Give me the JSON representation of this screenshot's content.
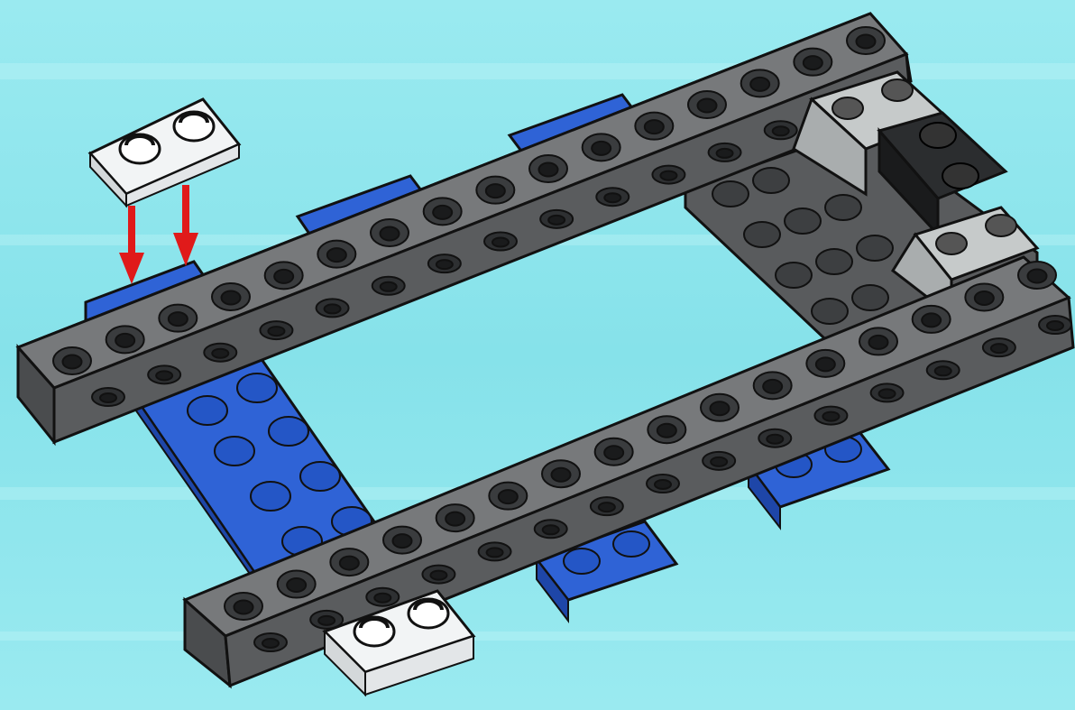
{
  "scene": {
    "background_color": "#8fe6ec",
    "colors": {
      "beam_dark_gray": "#5f6163",
      "plate_blue": "#2f63d6",
      "tile_white": "#f2f4f5",
      "brick_light_gray": "#b9bdbf",
      "brick_black": "#222426",
      "arrow_red": "#e01a1a",
      "outline": "#111111"
    },
    "parts": {
      "beams": [
        {
          "name": "left-beam",
          "color": "dark-gray",
          "studs": 16,
          "technic_holes": true
        },
        {
          "name": "right-beam",
          "color": "dark-gray",
          "studs": 16,
          "technic_holes": true
        }
      ],
      "plates": [
        {
          "name": "front-blue-plate",
          "color": "blue"
        },
        {
          "name": "blue-plate-under-left-beam-1",
          "color": "blue"
        },
        {
          "name": "blue-plate-under-left-beam-2",
          "color": "blue"
        },
        {
          "name": "blue-plate-under-right-beam-1",
          "color": "blue"
        },
        {
          "name": "blue-plate-under-right-beam-2",
          "color": "blue"
        },
        {
          "name": "rear-dark-gray-plate",
          "color": "dark-gray"
        }
      ],
      "bricks": [
        {
          "name": "light-gray-brick-1",
          "color": "light-gray"
        },
        {
          "name": "light-gray-brick-2",
          "color": "light-gray"
        },
        {
          "name": "black-brick",
          "color": "black"
        }
      ],
      "tiles": [
        {
          "name": "installed-white-plate",
          "color": "white",
          "studs": 2
        },
        {
          "name": "incoming-white-plate",
          "color": "white",
          "studs": 2
        }
      ]
    },
    "arrows": [
      {
        "name": "placement-arrow-1",
        "color": "red",
        "direction": "down"
      },
      {
        "name": "placement-arrow-2",
        "color": "red",
        "direction": "down"
      }
    ]
  }
}
